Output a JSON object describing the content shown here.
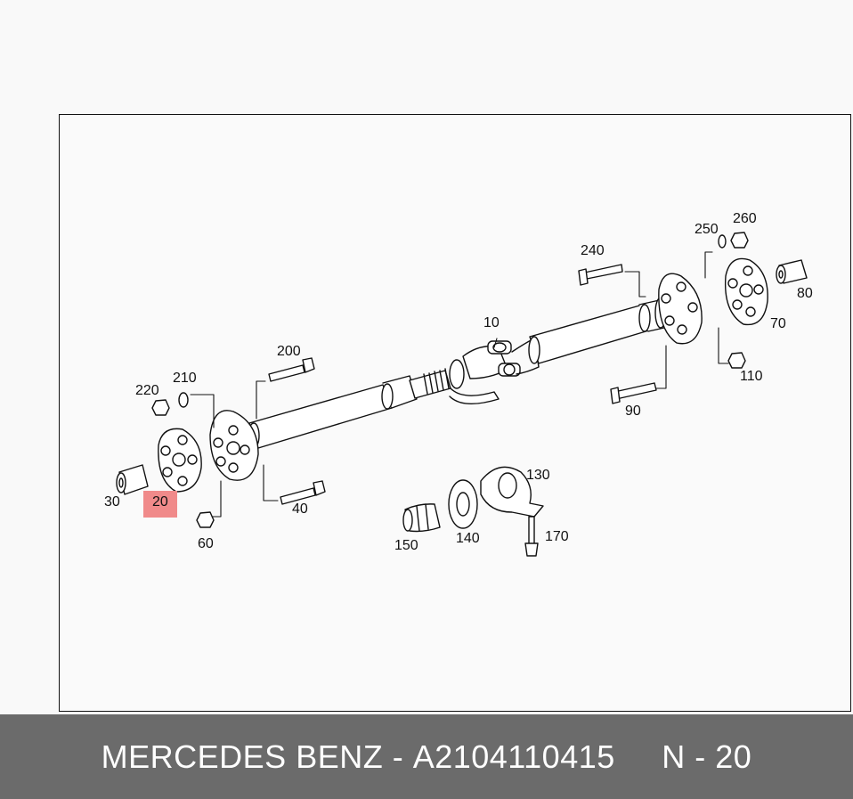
{
  "diagram": {
    "callouts": [
      {
        "id": "c10",
        "label": "10"
      },
      {
        "id": "c20",
        "label": "20",
        "highlighted": true
      },
      {
        "id": "c30",
        "label": "30"
      },
      {
        "id": "c40",
        "label": "40"
      },
      {
        "id": "c60",
        "label": "60"
      },
      {
        "id": "c70",
        "label": "70"
      },
      {
        "id": "c80",
        "label": "80"
      },
      {
        "id": "c90",
        "label": "90"
      },
      {
        "id": "c110",
        "label": "110"
      },
      {
        "id": "c130",
        "label": "130"
      },
      {
        "id": "c140",
        "label": "140"
      },
      {
        "id": "c150",
        "label": "150"
      },
      {
        "id": "c170",
        "label": "170"
      },
      {
        "id": "c200",
        "label": "200"
      },
      {
        "id": "c210",
        "label": "210"
      },
      {
        "id": "c220",
        "label": "220"
      },
      {
        "id": "c240",
        "label": "240"
      },
      {
        "id": "c250",
        "label": "250"
      },
      {
        "id": "c260",
        "label": "260"
      }
    ],
    "highlight_color": "#f08a8a"
  },
  "footer": {
    "brand": "MERCEDES BENZ",
    "separator": " - ",
    "part_number": "A2104110415",
    "position_label": "N - 20"
  }
}
